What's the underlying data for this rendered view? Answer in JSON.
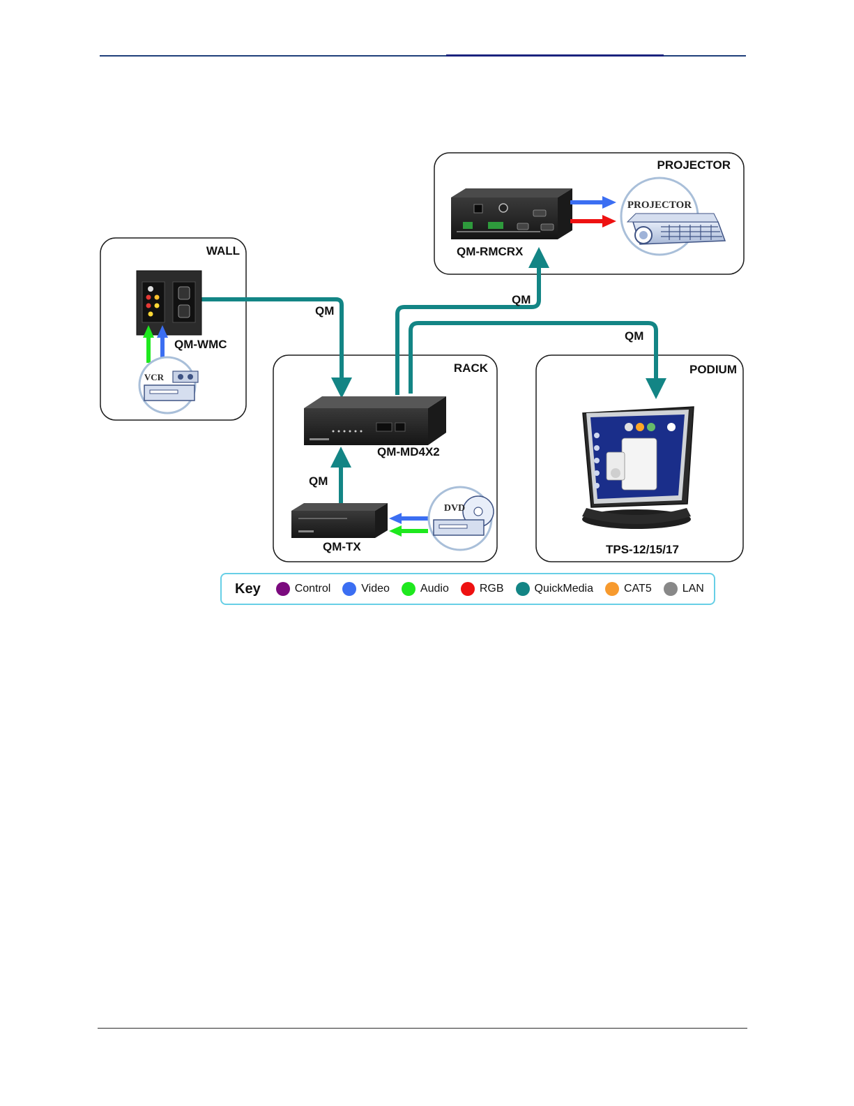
{
  "zones": {
    "projector": "PROJECTOR",
    "wall": "WALL",
    "rack": "RACK",
    "podium": "PODIUM"
  },
  "devices": {
    "rmcrx": "QM-RMCRX",
    "wmc": "QM-WMC",
    "md4x2": "QM-MD4X2",
    "tx": "QM-TX",
    "tps": "TPS-12/15/17"
  },
  "device_icons": {
    "projector_badge": "PROJECTOR",
    "vcr_badge": "VCR",
    "dvd_badge": "DVD"
  },
  "connections": {
    "wall_to_rack": "QM",
    "rack_to_projector": "QM",
    "rack_to_podium": "QM",
    "tx_to_switcher": "QM"
  },
  "key": {
    "title": "Key",
    "items": [
      {
        "label": "Control",
        "color": "#7b0a7e"
      },
      {
        "label": "Video",
        "color": "#3b6ef2"
      },
      {
        "label": "Audio",
        "color": "#1ee81e"
      },
      {
        "label": "RGB",
        "color": "#ee1111"
      },
      {
        "label": "QuickMedia",
        "color": "#138585"
      },
      {
        "label": "CAT5",
        "color": "#f79a2e"
      },
      {
        "label": "LAN",
        "color": "#888888"
      }
    ]
  }
}
